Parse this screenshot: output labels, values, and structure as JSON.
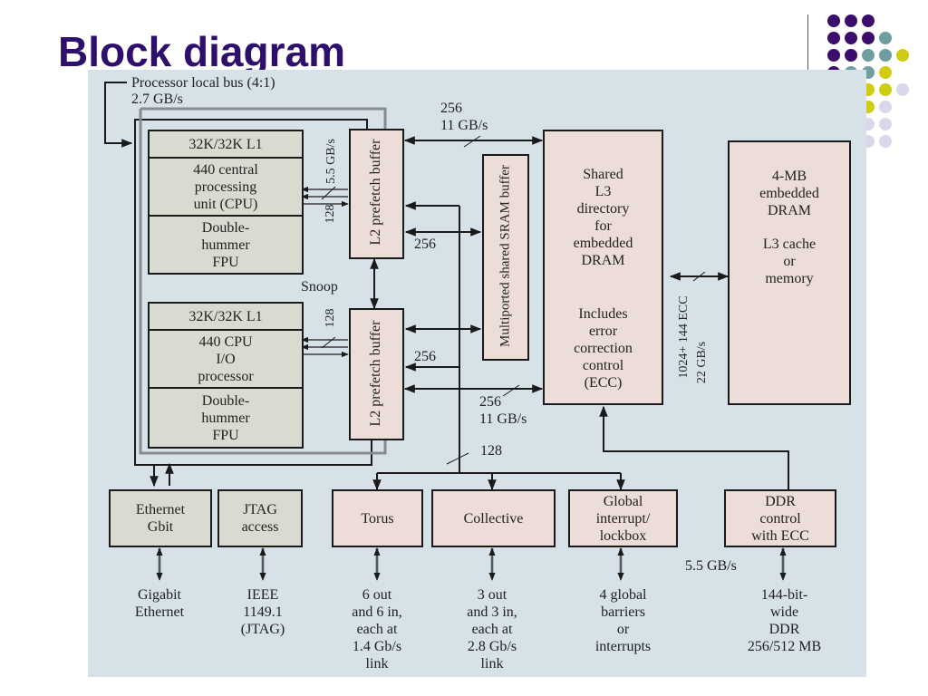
{
  "slide": {
    "title": "Block diagram",
    "decor_dot_colors": {
      "purple": "#3a0c6b",
      "teal": "#6f9ea1",
      "olive": "#cfcd12",
      "lavender": "#d8d8ea"
    }
  },
  "diagram": {
    "bus_label": {
      "line1": "Processor local bus (4:1)",
      "line2": "2.7 GB/s"
    },
    "cpu_block": {
      "l1": "32K/32K L1",
      "cpu": [
        "440 central",
        "processing",
        "unit (CPU)"
      ],
      "fpu": [
        "Double-",
        "hummer",
        "FPU"
      ]
    },
    "io_block": {
      "l1": "32K/32K L1",
      "cpu": [
        "440 CPU",
        "I/O",
        "processor"
      ],
      "fpu": [
        "Double-",
        "hummer",
        "FPU"
      ]
    },
    "l2_top": "L2 prefetch buffer",
    "l2_bottom": "L2 prefetch buffer",
    "cpu_link_labels": {
      "bw": "5.5 GB/s",
      "width_top": "128",
      "width_bottom": "128"
    },
    "snoop": "Snoop",
    "sram": "Multiported shared SRAM buffer",
    "l3_directory": {
      "top": [
        "Shared",
        "L3",
        "directory",
        "for",
        "embedded",
        "DRAM"
      ],
      "bottom": [
        "Includes",
        "error",
        "correction",
        "control",
        "(ECC)"
      ]
    },
    "edram": {
      "top": [
        "4-MB",
        "embedded",
        "DRAM"
      ],
      "bottom": [
        "L3 cache",
        "or",
        "memory"
      ]
    },
    "edram_link": {
      "width": "1024+ 144 ECC",
      "bw": "22 GB/s"
    },
    "top_link": {
      "width": "256",
      "bw": "11 GB/s"
    },
    "mid_link_top": "256",
    "mid_link_bottom": "256",
    "bottom_link": {
      "width": "256",
      "bw": "11 GB/s"
    },
    "device_bus_width": "128",
    "devices": [
      {
        "id": "ethernet",
        "label": [
          "Ethernet",
          "Gbit"
        ],
        "ext": [
          "Gigabit",
          "Ethernet"
        ]
      },
      {
        "id": "jtag",
        "label": [
          "JTAG",
          "access"
        ],
        "ext": [
          "IEEE",
          "1149.1",
          "(JTAG)"
        ]
      },
      {
        "id": "torus",
        "label": [
          "Torus"
        ],
        "ext": [
          "6 out",
          "and 6 in,",
          "each at",
          "1.4 Gb/s",
          "link"
        ]
      },
      {
        "id": "collective",
        "label": [
          "Collective"
        ],
        "ext": [
          "3 out",
          "and 3 in,",
          "each at",
          "2.8 Gb/s",
          "link"
        ]
      },
      {
        "id": "global-interrupt",
        "label": [
          "Global",
          "interrupt/",
          "lockbox"
        ],
        "ext": [
          "4 global",
          "barriers",
          "or",
          "interrupts"
        ]
      },
      {
        "id": "ddr",
        "label": [
          "DDR",
          "control",
          "with ECC"
        ],
        "ext": [
          "144-bit-",
          "wide",
          "DDR",
          "256/512 MB"
        ]
      }
    ],
    "ddr_bw": "5.5 GB/s"
  }
}
